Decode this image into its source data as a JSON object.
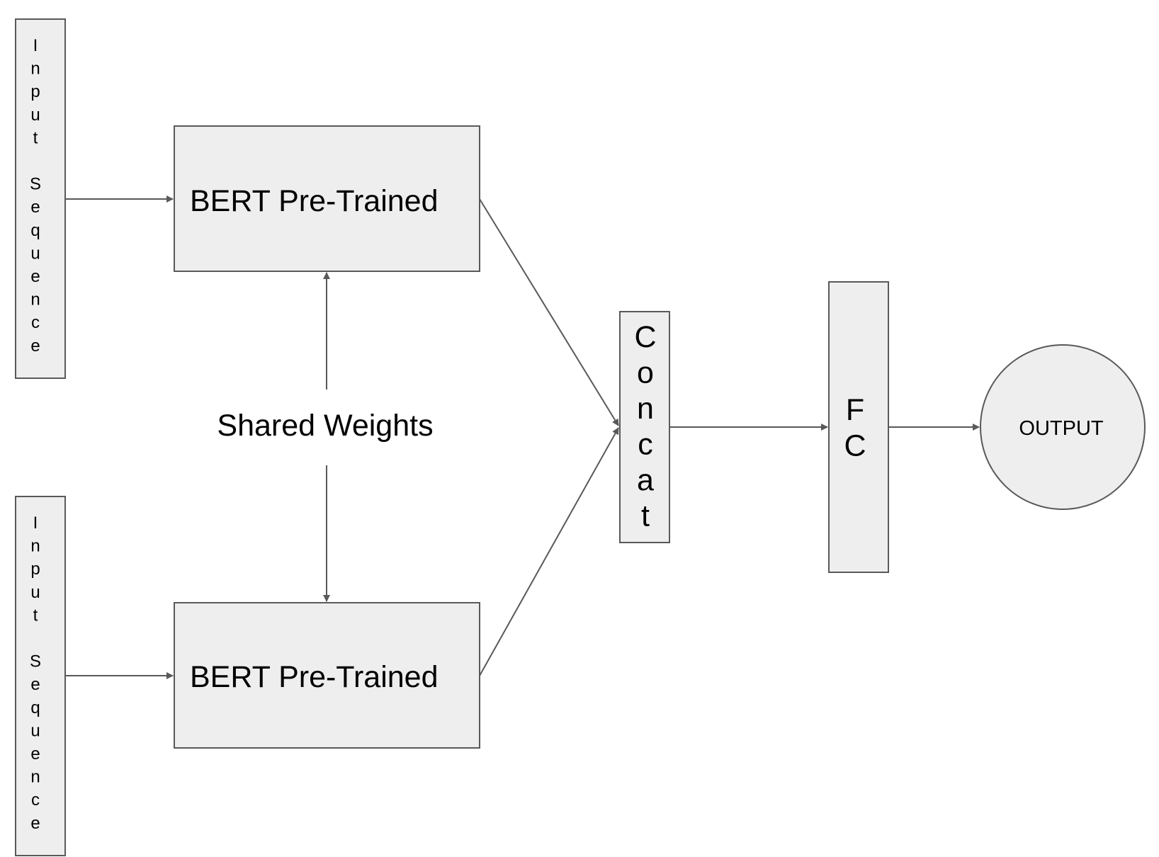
{
  "diagram": {
    "nodes": {
      "input_top": {
        "label": "Input Sequence"
      },
      "input_bottom": {
        "label": "Input Sequence"
      },
      "bert_top": {
        "label": "BERT Pre-Trained"
      },
      "bert_bottom": {
        "label": "BERT Pre-Trained"
      },
      "shared": {
        "label": "Shared Weights"
      },
      "concat": {
        "label": "Concat"
      },
      "fc": {
        "label": "FC"
      },
      "output": {
        "label": "OUTPUT"
      }
    },
    "edges": [
      {
        "from": "input_top",
        "to": "bert_top"
      },
      {
        "from": "input_bottom",
        "to": "bert_bottom"
      },
      {
        "from": "shared",
        "to": "bert_top"
      },
      {
        "from": "shared",
        "to": "bert_bottom"
      },
      {
        "from": "bert_top",
        "to": "concat"
      },
      {
        "from": "bert_bottom",
        "to": "concat"
      },
      {
        "from": "concat",
        "to": "fc"
      },
      {
        "from": "fc",
        "to": "output"
      }
    ],
    "colors": {
      "fill": "#eeeeee",
      "stroke": "#595959",
      "text": "#000000"
    }
  }
}
